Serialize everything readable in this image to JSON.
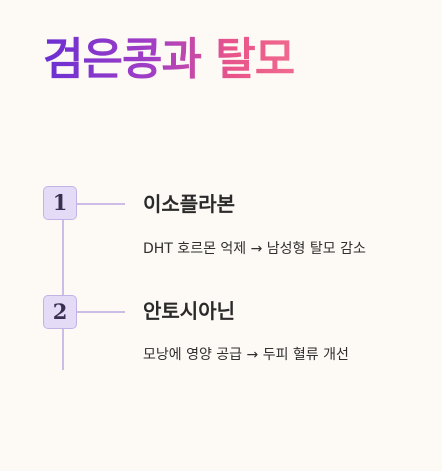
{
  "title": "검은콩과 탈모",
  "items": [
    {
      "number": "1",
      "title": "이소플라본",
      "description": "DHT 호르몬 억제 → 남성형 탈모 감소"
    },
    {
      "number": "2",
      "title": "안토시아닌",
      "description": "모낭에 영양 공급 → 두피 혈류 개선"
    }
  ],
  "colors": {
    "background": "#fdf9f5",
    "title_gradient_start": "#6a2fd3",
    "title_gradient_end": "#f06a8e",
    "badge_fill": "#e4dcf6",
    "badge_border": "#c2b3e6",
    "line": "#cbbde6"
  }
}
